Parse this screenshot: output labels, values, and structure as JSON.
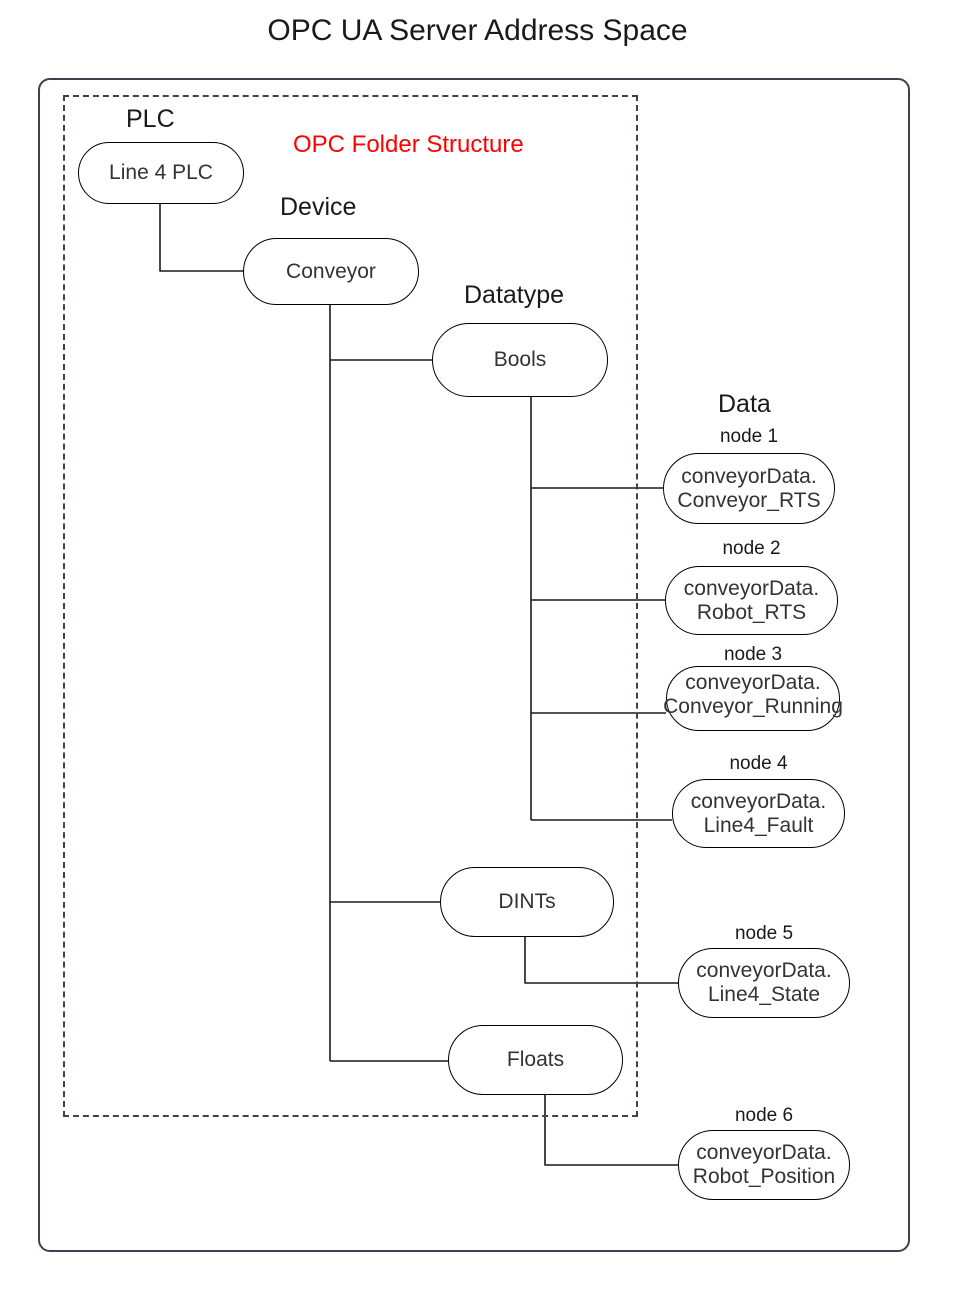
{
  "title": "OPC UA Server Address Space",
  "containers": {
    "outer_name": "server-address-space-boundary",
    "dashed_name": "opc-folder-structure-boundary",
    "folder_structure_label": "OPC Folder Structure"
  },
  "column_labels": {
    "plc": "PLC",
    "device": "Device",
    "datatype": "Datatype",
    "data": "Data"
  },
  "folders": {
    "plc": "Line 4 PLC",
    "device": "Conveyor",
    "bools": "Bools",
    "dints": "DINTs",
    "floats": "Floats"
  },
  "nodes": [
    {
      "caption": "node 1",
      "label": "conveyorData.\nConveyor_RTS",
      "parent": "Bools"
    },
    {
      "caption": "node 2",
      "label": "conveyorData.\nRobot_RTS",
      "parent": "Bools"
    },
    {
      "caption": "node 3",
      "label": "conveyorData.\nConveyor_Running",
      "parent": "Bools"
    },
    {
      "caption": "node 4",
      "label": "conveyorData.\nLine4_Fault",
      "parent": "Bools"
    },
    {
      "caption": "node 5",
      "label": "conveyorData.\nLine4_State",
      "parent": "DINTs"
    },
    {
      "caption": "node 6",
      "label": "conveyorData.\nRobot_Position",
      "parent": "Floats"
    }
  ],
  "colors": {
    "container_stroke": "#3b4251",
    "node_stroke": "#000000",
    "text": "#1a1a1a",
    "node_text": "#333333",
    "accent_red": "#ff0000",
    "background": "#ffffff"
  }
}
